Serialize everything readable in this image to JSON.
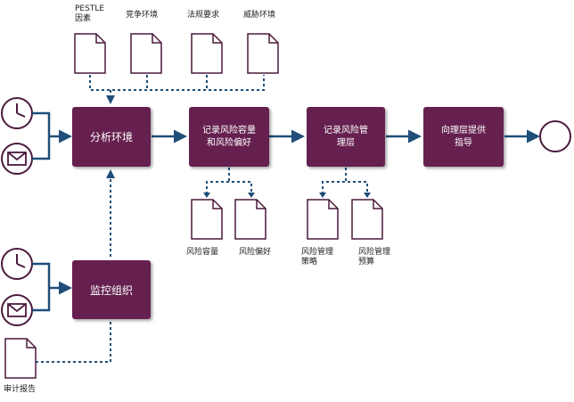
{
  "colors": {
    "box": "#65204f",
    "arrow": "#1f4e79",
    "doc_stroke": "#4a1a3c"
  },
  "top_docs": [
    {
      "label": "PESTLE\n因素"
    },
    {
      "label": "竞争环境"
    },
    {
      "label": "法规要求"
    },
    {
      "label": "威胁环境"
    }
  ],
  "process": [
    {
      "label": "分析环境"
    },
    {
      "label": "记录风险容量\n和风险偏好"
    },
    {
      "label": "记录风险管\n理层"
    },
    {
      "label": "向理层提供\n指导"
    }
  ],
  "monitor": {
    "label": "监控组织"
  },
  "bottom_docs": [
    {
      "label": "风险容量"
    },
    {
      "label": "风险偏好"
    },
    {
      "label": "风险管理\n策略"
    },
    {
      "label": "风险管理\n预算"
    }
  ],
  "audit_doc": {
    "label": "审计报告"
  },
  "inputs": [
    {
      "icon": "clock-icon"
    },
    {
      "icon": "mail-icon"
    },
    {
      "icon": "clock-icon"
    },
    {
      "icon": "mail-icon"
    }
  ],
  "end": {
    "icon": "end-circle"
  }
}
